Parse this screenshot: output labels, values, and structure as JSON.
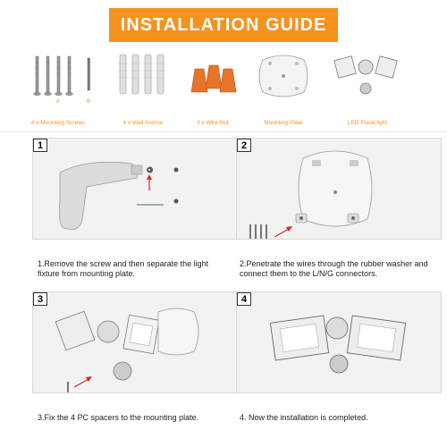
{
  "title": "INSTALLATION GUIDE",
  "parts": [
    {
      "caption": "4 x Mounting Screws",
      "labels": [
        "A",
        "B"
      ]
    },
    {
      "caption": "4 x Wall Anchor"
    },
    {
      "caption": "3 x Wire Nut"
    },
    {
      "caption": "Mounting Plate"
    },
    {
      "caption": "LED Flood light"
    }
  ],
  "steps": [
    {
      "number": "1",
      "text": "1.Remove the screw and then separate the light fixture from mounting plate."
    },
    {
      "number": "2",
      "text": "2.Penetrate the wires through the rubber washer and connect them to the L/N/G connectors."
    },
    {
      "number": "3",
      "text": "3.Fix the 4 PC spacers to the mounting plate."
    },
    {
      "number": "4",
      "text": "4. Now the installation is completed."
    }
  ],
  "colors": {
    "accent": "#f6921e",
    "arrow": "#d9262b"
  }
}
